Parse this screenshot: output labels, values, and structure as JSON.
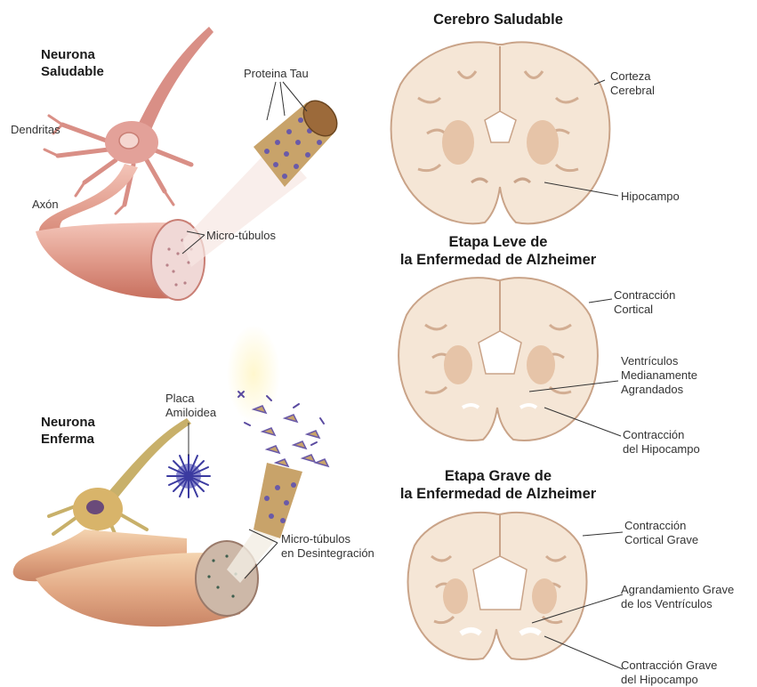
{
  "healthy_neuron": {
    "title_line1": "Neurona",
    "title_line2": "Saludable",
    "dendrites": "Dendritas",
    "axon": "Axón",
    "tau": "Proteina Tau",
    "microtubules": "Micro-túbulos"
  },
  "sick_neuron": {
    "title_line1": "Neurona",
    "title_line2": "Enferma",
    "plaque_line1": "Placa",
    "plaque_line2": "Amiloidea",
    "micro_line1": "Micro-túbulos",
    "micro_line2": "en Desintegración"
  },
  "healthy_brain": {
    "title": "Cerebro Saludable",
    "cortex_line1": "Corteza",
    "cortex_line2": "Cerebral",
    "hippocampus": "Hipocampo"
  },
  "mild_stage": {
    "title_line1": "Etapa Leve de",
    "title_line2": "la Enfermedad de Alzheimer",
    "cortical_line1": "Contracción",
    "cortical_line2": "Cortical",
    "vent_line1": "Ventrículos",
    "vent_line2": "Medianamente",
    "vent_line3": "Agrandados",
    "hippo_line1": "Contracción",
    "hippo_line2": "del Hipocampo"
  },
  "severe_stage": {
    "title_line1": "Etapa Grave de",
    "title_line2": "la Enfermedad de Alzheimer",
    "cortical_line1": "Contracción",
    "cortical_line2": "Cortical Grave",
    "vent_line1": "Agrandamiento Grave",
    "vent_line2": "de los Ventrículos",
    "hippo_line1": "Contracción Grave",
    "hippo_line2": "del Hipocampo"
  }
}
